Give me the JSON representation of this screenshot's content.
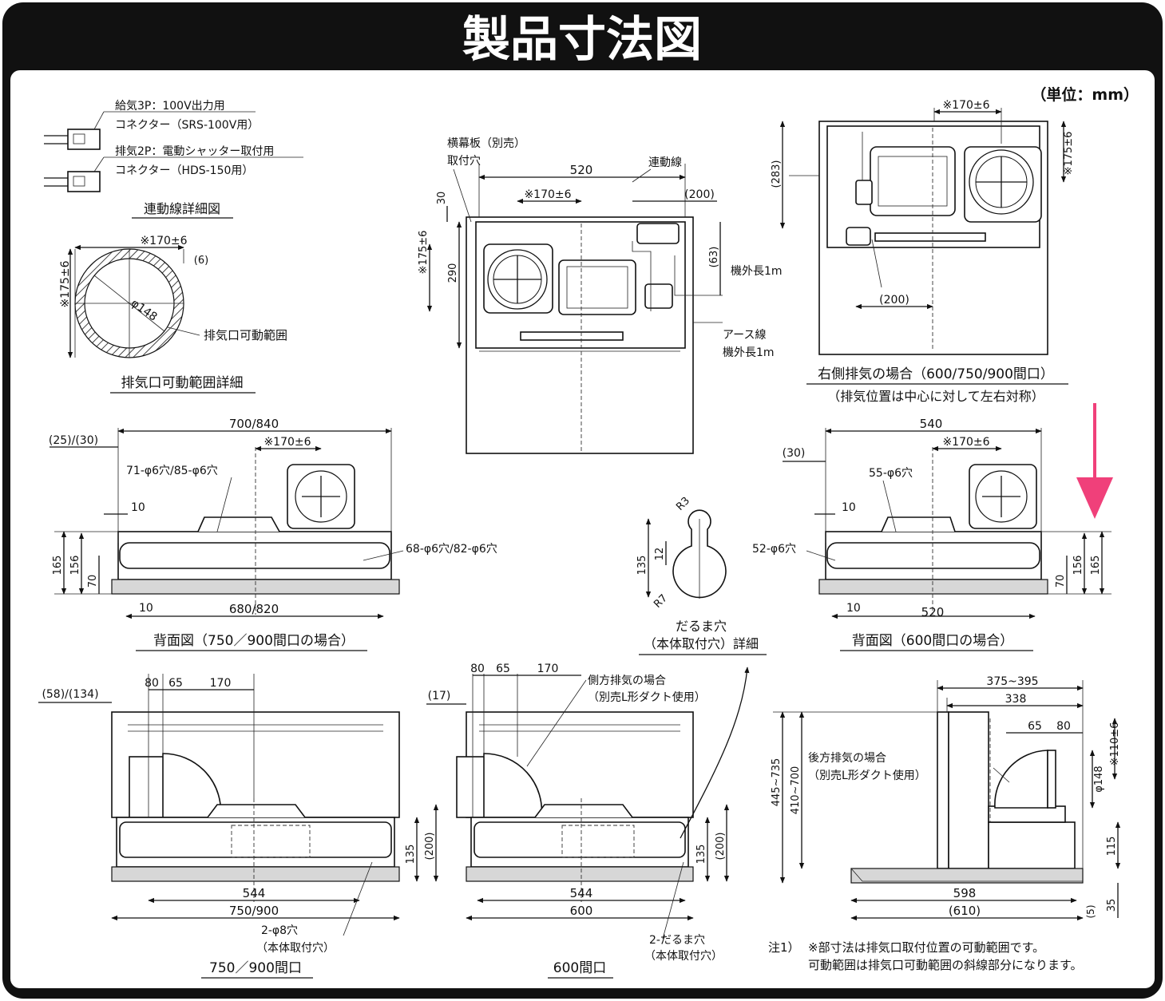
{
  "title": "製品寸法図",
  "unit": "（単位：mm）",
  "connectors": {
    "supply_1": "給気3P：100V出力用",
    "supply_2": "コネクター（SRS-100V用）",
    "exhaust_1": "排気2P：電動シャッター取付用",
    "exhaust_2": "コネクター（HDS-150用）",
    "detail_title": "連動線詳細図"
  },
  "range_detail": {
    "title": "排気口可動範囲詳細",
    "dim_170": "※170±6",
    "dim_6": "(6)",
    "dim_175": "※175±6",
    "dia": "φ148",
    "label": "排気口可動範囲"
  },
  "top_view": {
    "side_plate_1": "横幕板（別売）",
    "side_plate_2": "取付穴",
    "dim_520": "520",
    "dim_170": "※170±6",
    "link_wire": "連動線",
    "dim_200": "(200)",
    "dim_30": "30",
    "dim_175": "※175±6",
    "dim_290": "290",
    "dim_63": "(63)",
    "cord_len": "機外長1m",
    "earth_wire": "アース線",
    "earth_len": "機外長1m"
  },
  "right_view": {
    "dim_170": "※170±6",
    "dim_283": "(283)",
    "dim_175": "※175±6",
    "dim_200": "(200)",
    "caption_1": "右側排気の場合（600/750/900間口）",
    "caption_2": "（排気位置は中心に対して左右対称）"
  },
  "back_750": {
    "dim_25_30": "(25)/(30)",
    "dim_700_840": "700/840",
    "dim_170": "※170±6",
    "holes_top": "71-φ6穴/85-φ6穴",
    "dim_10a": "10",
    "holes_side": "68-φ6穴/82-φ6穴",
    "dim_165": "165",
    "dim_156": "156",
    "dim_70": "70",
    "dim_10b": "10",
    "dim_680_820": "680/820",
    "caption": "背面図（750／900間口の場合）"
  },
  "daruma": {
    "r3": "R3",
    "dim_135": "135",
    "dim_12": "12",
    "r7": "R7",
    "caption_1": "だるま穴",
    "caption_2": "（本体取付穴）詳細"
  },
  "back_600": {
    "dim_540": "540",
    "dim_30": "(30)",
    "dim_170": "※170±6",
    "holes_top": "55-φ6穴",
    "dim_10a": "10",
    "holes_side": "52-φ6穴",
    "dim_156": "156",
    "dim_165": "165",
    "dim_70": "70",
    "dim_10b": "10",
    "dim_520": "520",
    "caption": "背面図（600間口の場合）"
  },
  "front_750": {
    "dim_58_134": "(58)/(134)",
    "dim_80": "80",
    "dim_65": "65",
    "dim_170": "170",
    "dim_135": "135",
    "dim_200": "(200)",
    "dim_544": "544",
    "dim_750_900": "750/900",
    "holes_1": "2-φ8穴",
    "holes_2": "（本体取付穴）",
    "caption": "750／900間口"
  },
  "front_600": {
    "dim_17": "(17)",
    "dim_80": "80",
    "dim_65": "65",
    "dim_170": "170",
    "side_exhaust_1": "側方排気の場合",
    "side_exhaust_2": "（別売L形ダクト使用）",
    "dim_135": "135",
    "dim_200": "(200)",
    "dim_544": "544",
    "dim_600": "600",
    "holes_1": "2-だるま穴",
    "holes_2": "（本体取付穴）",
    "caption": "600間口"
  },
  "side_view": {
    "dim_375_395": "375~395",
    "dim_338": "338",
    "dim_65": "65",
    "dim_80": "80",
    "dim_110": "※110±6",
    "rear_exhaust_1": "後方排気の場合",
    "rear_exhaust_2": "（別売L形ダクト使用）",
    "dim_445_735": "445~735",
    "dim_410_700": "410~700",
    "dia_148": "φ148",
    "dim_115": "115",
    "dim_598": "598",
    "dim_610": "(610)",
    "dim_5": "(5)",
    "dim_35": "35"
  },
  "notes": {
    "label": "注1）",
    "line_1": "※部寸法は排気口取付位置の可動範囲です。",
    "line_2": "可動範囲は排気口可動範囲の斜線部分になります。"
  },
  "colors": {
    "frame": "#111111",
    "accent_arrow": "#f0407a"
  }
}
